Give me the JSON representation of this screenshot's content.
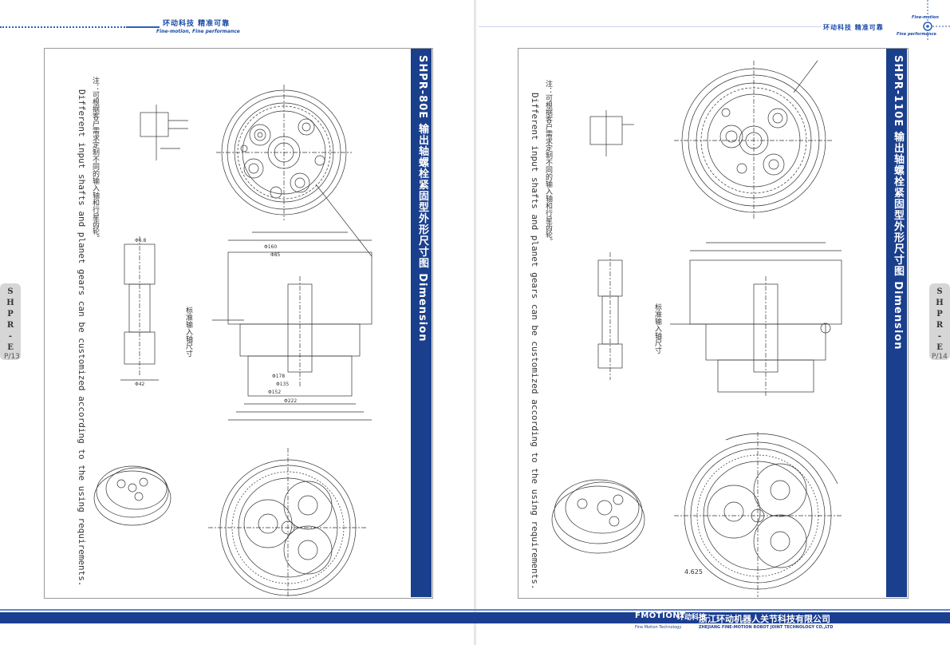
{
  "left_page": {
    "header": {
      "brand": "环动科技  精准可靠",
      "tagline": "Fine-motion, Fine performance"
    },
    "title": "SHPR-80E 输出轴螺栓紧固型外形尺寸图 Dimension",
    "note_cn": "注：可根据客户需求定制不同的输入轴和行星齿轮。",
    "note_en": "Different input shafts and planet gears can be customized according to the using requirements.",
    "standard_input_label": "标准输入轴尺寸",
    "page_number": "P/13"
  },
  "right_page": {
    "header": {
      "brand": "环动科技  精准可靠",
      "tagline1": "Fine-motion",
      "tagline2": "Fine performance"
    },
    "title": "SHPR-110E 输出轴螺栓紧固型外形尺寸图 Dimension",
    "note_cn": "注：可根据客户需求定制不同的输入轴和行星齿轮。",
    "note_en": "Different input shafts and planet gears can be customized according to the using requirements.",
    "standard_input_label": "标准输入轴尺寸",
    "page_number": "P/14"
  },
  "side_tab": {
    "letters": [
      "S",
      "H",
      "P",
      "R",
      "-",
      "E"
    ]
  },
  "footer": {
    "logo": "FMOTIONT",
    "logo_cn": "环动科技",
    "logo_sub": "Fine Motion Technology",
    "company_cn": "浙江环动机器人关节科技有限公司",
    "company_en": "ZHEJIANG FINE-MOTION ROBOT JOINT TECHNOLOGY CO.,LTD"
  },
  "dimensions_left": [
    "Φ160",
    "Φ85",
    "Φ152",
    "Φ222",
    "Φ135",
    "Φ178",
    "Φ42",
    "Φ6.8"
  ],
  "dimensions_right": [
    "4.625"
  ]
}
